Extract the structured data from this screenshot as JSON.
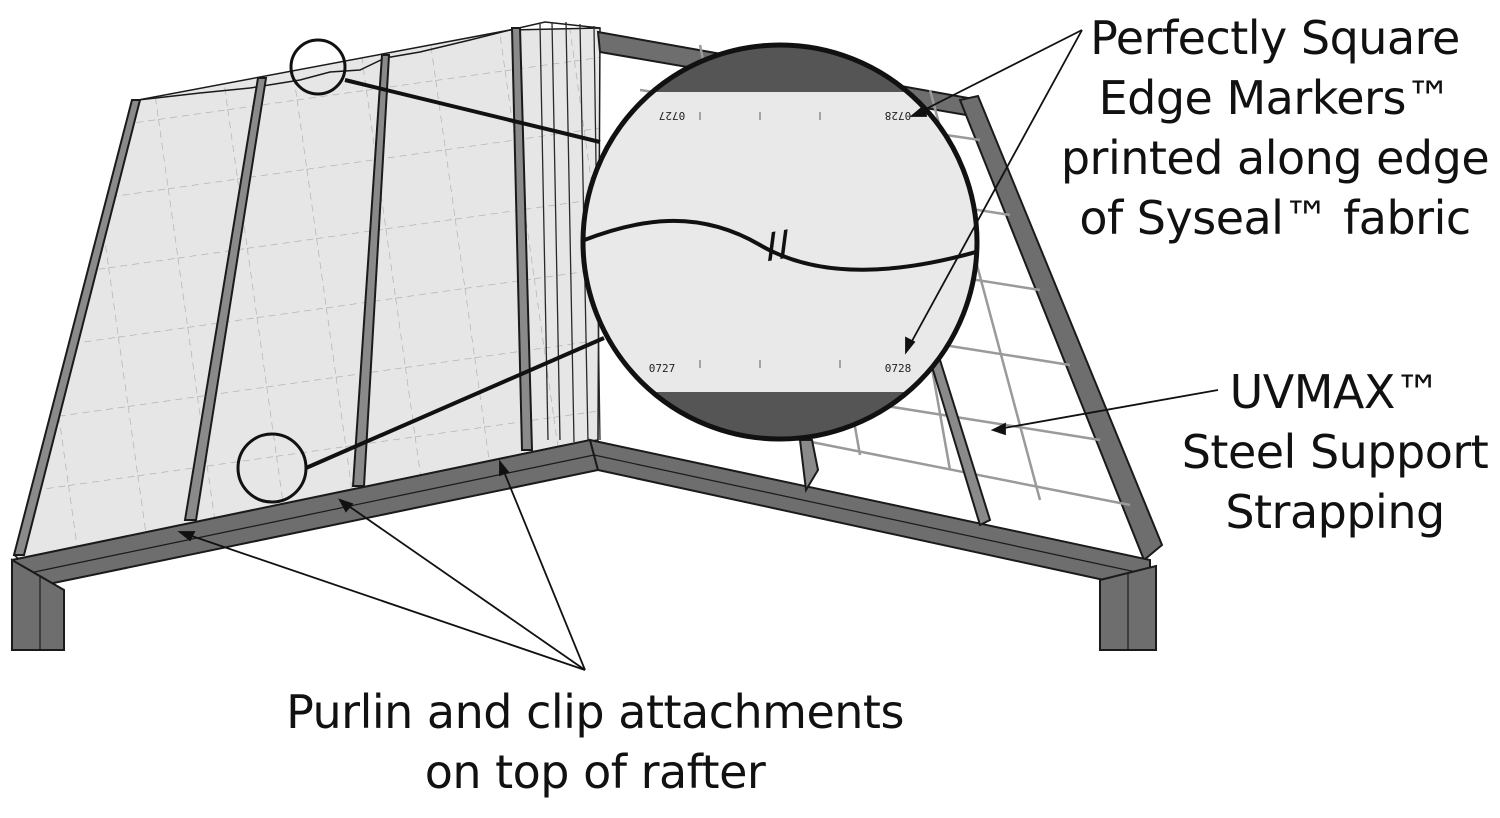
{
  "callouts": {
    "edge_markers": {
      "lines": [
        "Perfectly Square",
        "Edge Markers™",
        "printed along edge",
        "of Syseal™ fabric"
      ]
    },
    "uvmax": {
      "lines": [
        "UVMAX™",
        "Steel Support",
        "Strapping"
      ]
    },
    "purlin": {
      "lines": [
        "Purlin and clip attachments",
        "on top of rafter"
      ]
    }
  },
  "magnifier": {
    "marker_top_left": "0727",
    "marker_top_right": "0728",
    "marker_bottom_left": "0727",
    "marker_bottom_right": "0728",
    "break_symbol": "//"
  },
  "colors": {
    "frame_steel": "#6e6e6e",
    "frame_outline": "#1a1a1a",
    "fabric": "#e4e4e4",
    "grid_dash": "#a8a8a8",
    "strapping": "#9a9a9a",
    "magnifier_band": "#555555",
    "background": "#ffffff"
  }
}
